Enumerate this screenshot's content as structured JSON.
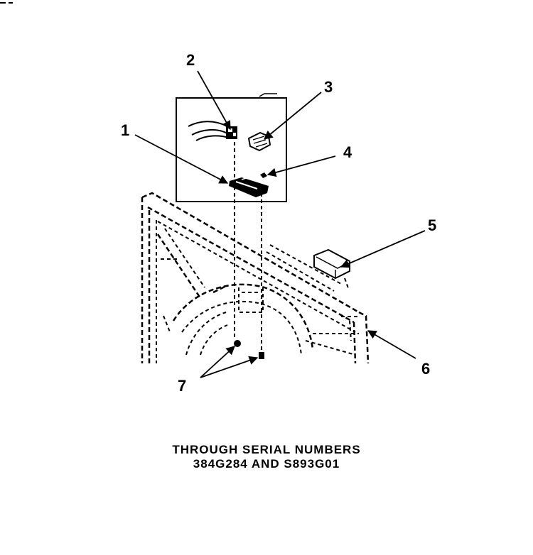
{
  "callouts": {
    "c1": "1",
    "c2": "2",
    "c3": "3",
    "c4": "4",
    "c5": "5",
    "c6": "6",
    "c7": "7"
  },
  "caption": {
    "line1": "THROUGH SERIAL NUMBERS",
    "line2": "384G284 AND S893G01"
  }
}
